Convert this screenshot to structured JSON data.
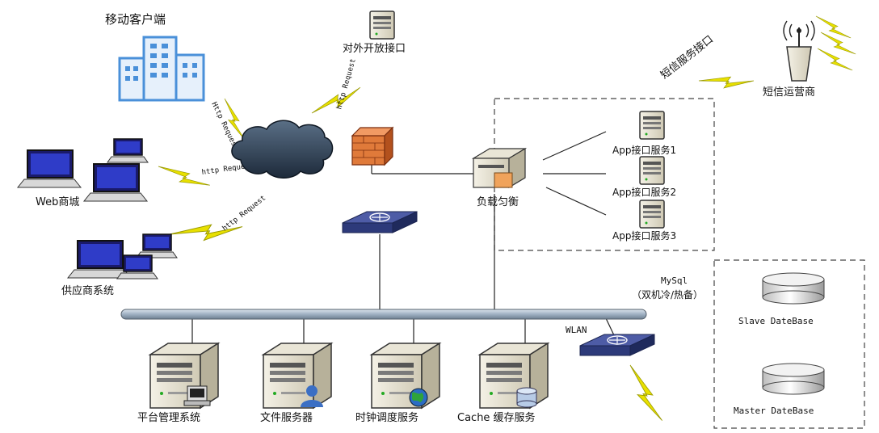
{
  "labels": {
    "mobile_client": "移动客户端",
    "open_interface": "对外开放接口",
    "sms_interface": "短信服务接口",
    "sms_operator": "短信运营商",
    "web_mall": "Web商城",
    "supplier_system": "供应商系统",
    "load_balance": "负载匀衡",
    "app_service_1": "App接口服务1",
    "app_service_2": "App接口服务2",
    "app_service_3": "App接口服务3",
    "mysql": "MySql",
    "mysql_mode": "（双机冷/热备）",
    "slave_db": "Slave DateBase",
    "master_db": "Master DateBase",
    "wlan": "WLAN",
    "platform_mgmt": "平台管理系统",
    "file_server": "文件服务器",
    "clock_scheduler": "时钟调度服务",
    "cache_service": "Cache 缓存服务",
    "http_request_1": "Http Request",
    "http_request_2": "http Request",
    "http_request_3": "http Request",
    "http_request_4": "http Request"
  },
  "colors": {
    "accent_blue": "#4a90d9",
    "bolt_yellow": "#e8e000",
    "switch_navy": "#2d3a7a",
    "firewall_orange": "#e07a3a",
    "bus_gray": "#a9b8c6"
  }
}
